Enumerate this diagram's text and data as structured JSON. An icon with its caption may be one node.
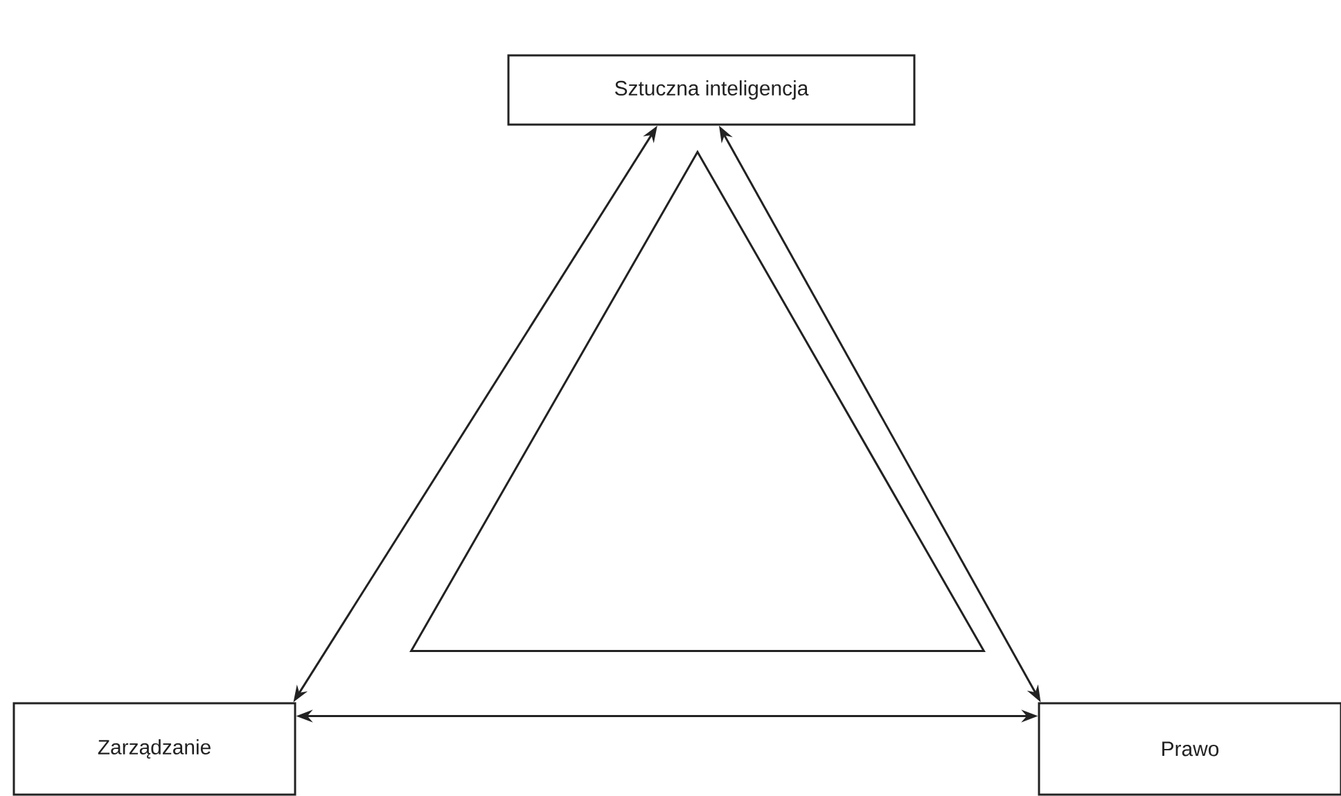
{
  "diagram": {
    "nodes": [
      {
        "text": [
          "Sztuczna inteligencja"
        ]
      },
      {
        "text": [
          "Zarządzanie"
        ]
      },
      {
        "text": [
          "Prawo"
        ]
      },
      {
        "text": [],
        "shape": "triangle"
      }
    ],
    "edges": [
      {
        "from": 0,
        "to": 1,
        "arrow": "both"
      },
      {
        "from": 0,
        "to": 2,
        "arrow": "both"
      },
      {
        "from": 1,
        "to": 2,
        "arrow": "both"
      }
    ]
  }
}
